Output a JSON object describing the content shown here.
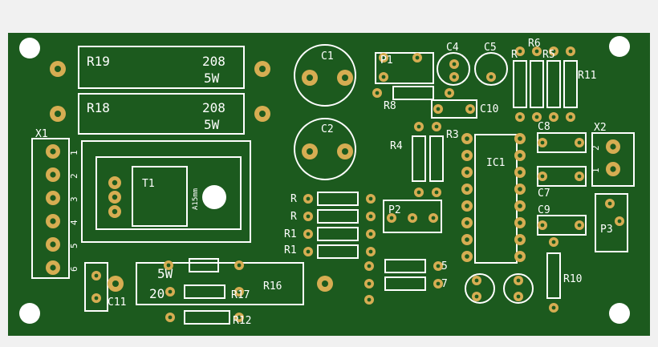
{
  "colors": {
    "board": "#1c5a1e",
    "silkscreen": "#ffffff",
    "pad": "#d6ad52",
    "pad_hole": "#1c5a1e",
    "page_bg": "#f1f1f1"
  },
  "labels": {
    "r19": "R19",
    "r19_value": "208",
    "r19_power": "5W",
    "r18": "R18",
    "r18_value": "208",
    "r18_power": "5W",
    "c1": "C1",
    "c2": "C2",
    "p1": "P1",
    "r8": "R8",
    "c10": "C10",
    "c4": "C4",
    "c5": "C5",
    "r6": "R6",
    "r_partial_a": "R",
    "r5": "R5",
    "r11": "R11",
    "x1": "X1",
    "x2": "X2",
    "t1": "T1",
    "heatsink": "A15mm",
    "r4": "R4",
    "r3": "R3",
    "ic1": "IC1",
    "c8": "C8",
    "c7": "C7",
    "c9": "C9",
    "p3": "P3",
    "p2": "P2",
    "r_row1": "R",
    "r_row2": "R",
    "r_row3": "R1",
    "r_row4": "R1",
    "r_right1": "5",
    "r_right2": "7",
    "c11": "C11",
    "r16": "R16",
    "r16_power": "5W",
    "r16_value": "20",
    "r17": "R17",
    "r12": "R12",
    "r10": "R10",
    "pin_numbers": [
      "1",
      "2",
      "3",
      "4",
      "5",
      "6"
    ],
    "x2_pins": [
      "2",
      "1"
    ]
  }
}
